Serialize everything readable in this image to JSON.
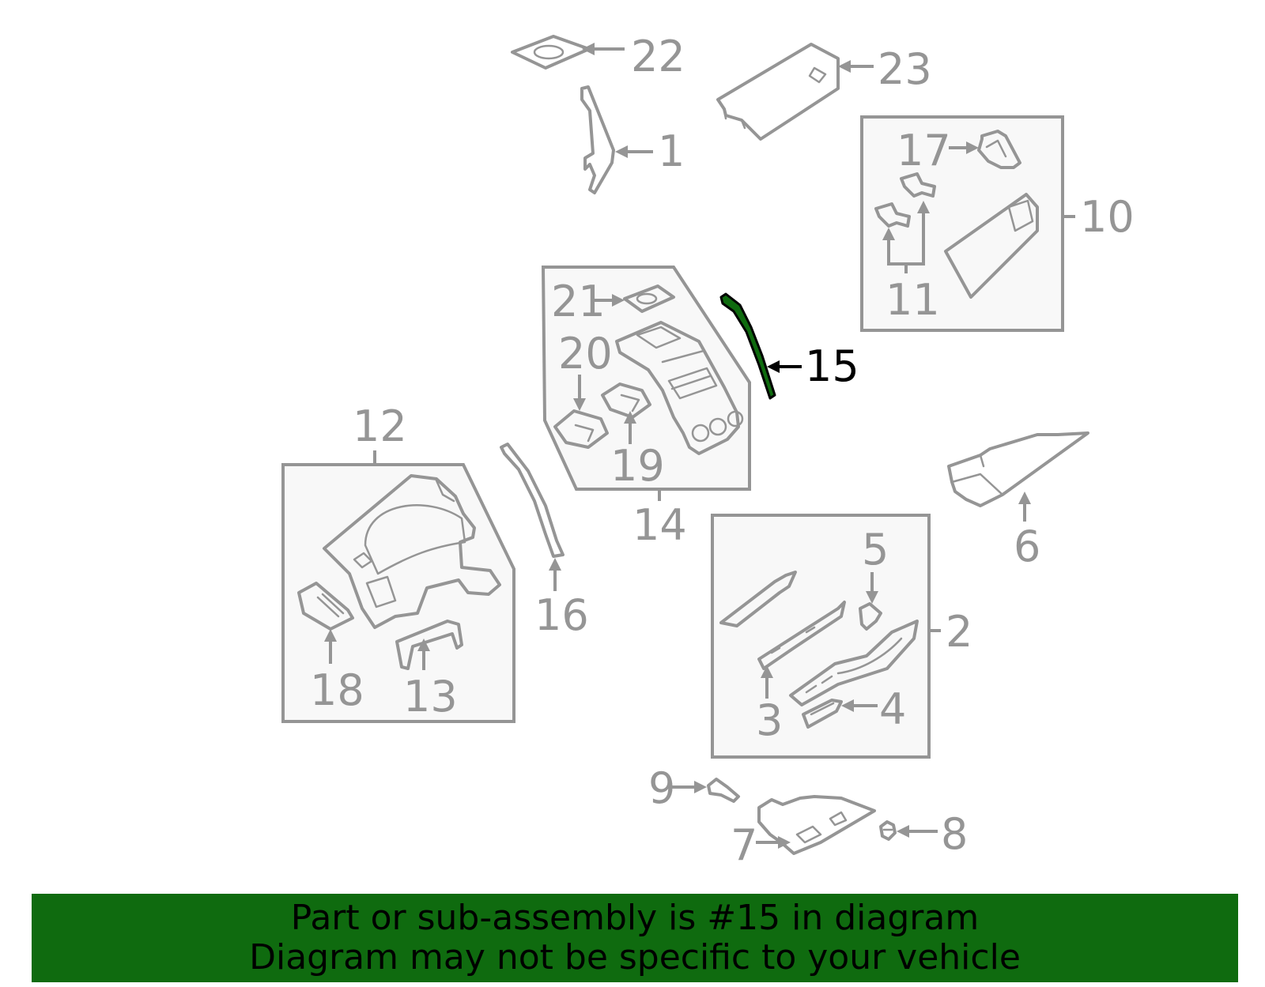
{
  "diagram": {
    "highlighted_callout": "15",
    "callouts": {
      "c1": "1",
      "c2": "2",
      "c3": "3",
      "c4": "4",
      "c5": "5",
      "c6": "6",
      "c7": "7",
      "c8": "8",
      "c9": "9",
      "c10": "10",
      "c11": "11",
      "c12": "12",
      "c13": "13",
      "c14": "14",
      "c15": "15",
      "c16": "16",
      "c17": "17",
      "c18": "18",
      "c19": "19",
      "c20": "20",
      "c21": "21",
      "c22": "22",
      "c23": "23"
    }
  },
  "banner": {
    "line1": "Part or sub-assembly is #15 in diagram",
    "line2": "Diagram may not be specific to your vehicle",
    "background": "#0f6b0f"
  },
  "colors": {
    "line_art": "#959595",
    "highlight": "#000000",
    "box_fill": "#f8f8f8"
  }
}
